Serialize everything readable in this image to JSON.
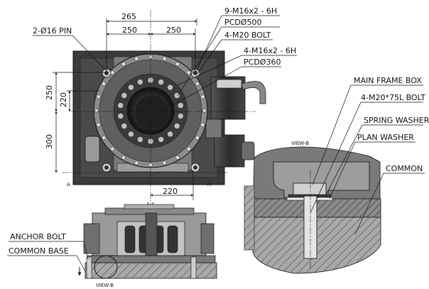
{
  "top_view": {
    "dim_overall_width": "265",
    "dim_half_left": "250",
    "dim_half_right": "250",
    "dim_bottom": "220",
    "dim_left_upper": "250",
    "dim_left_inner": "220",
    "dim_left_lower": "300",
    "section_marker_left": "A",
    "section_marker_right": "A",
    "section_caption": "A-A",
    "view_caption": "VIEW-B"
  },
  "callouts": {
    "pin": "2-Ø16 PIN",
    "thread_large": "9-M16x2 - 6H",
    "pcd_large": "PCDØ500",
    "bolt_m20": "4-M20 BOLT",
    "thread_small": "4-M16x2 - 6H",
    "pcd_small": "PCDØ360",
    "anchor_bolt": "ANCHOR BOLT",
    "common_base": "COMMON BASE"
  },
  "detail_view": {
    "view_label": "VIEW-B",
    "main_frame_box": "MAIN FRAME BOX",
    "bolt_spec": "4-M20*75L BOLT",
    "spring_washer": "SPRING WASHER",
    "plan_washer": "PLAN WASHER",
    "common": "COMMON"
  },
  "colors": {
    "dark_plate": "#3a3a3a",
    "mid_gray": "#8c8c8c",
    "light_gray": "#b5b5b5",
    "hatch": "#555555",
    "line": "#111111"
  }
}
